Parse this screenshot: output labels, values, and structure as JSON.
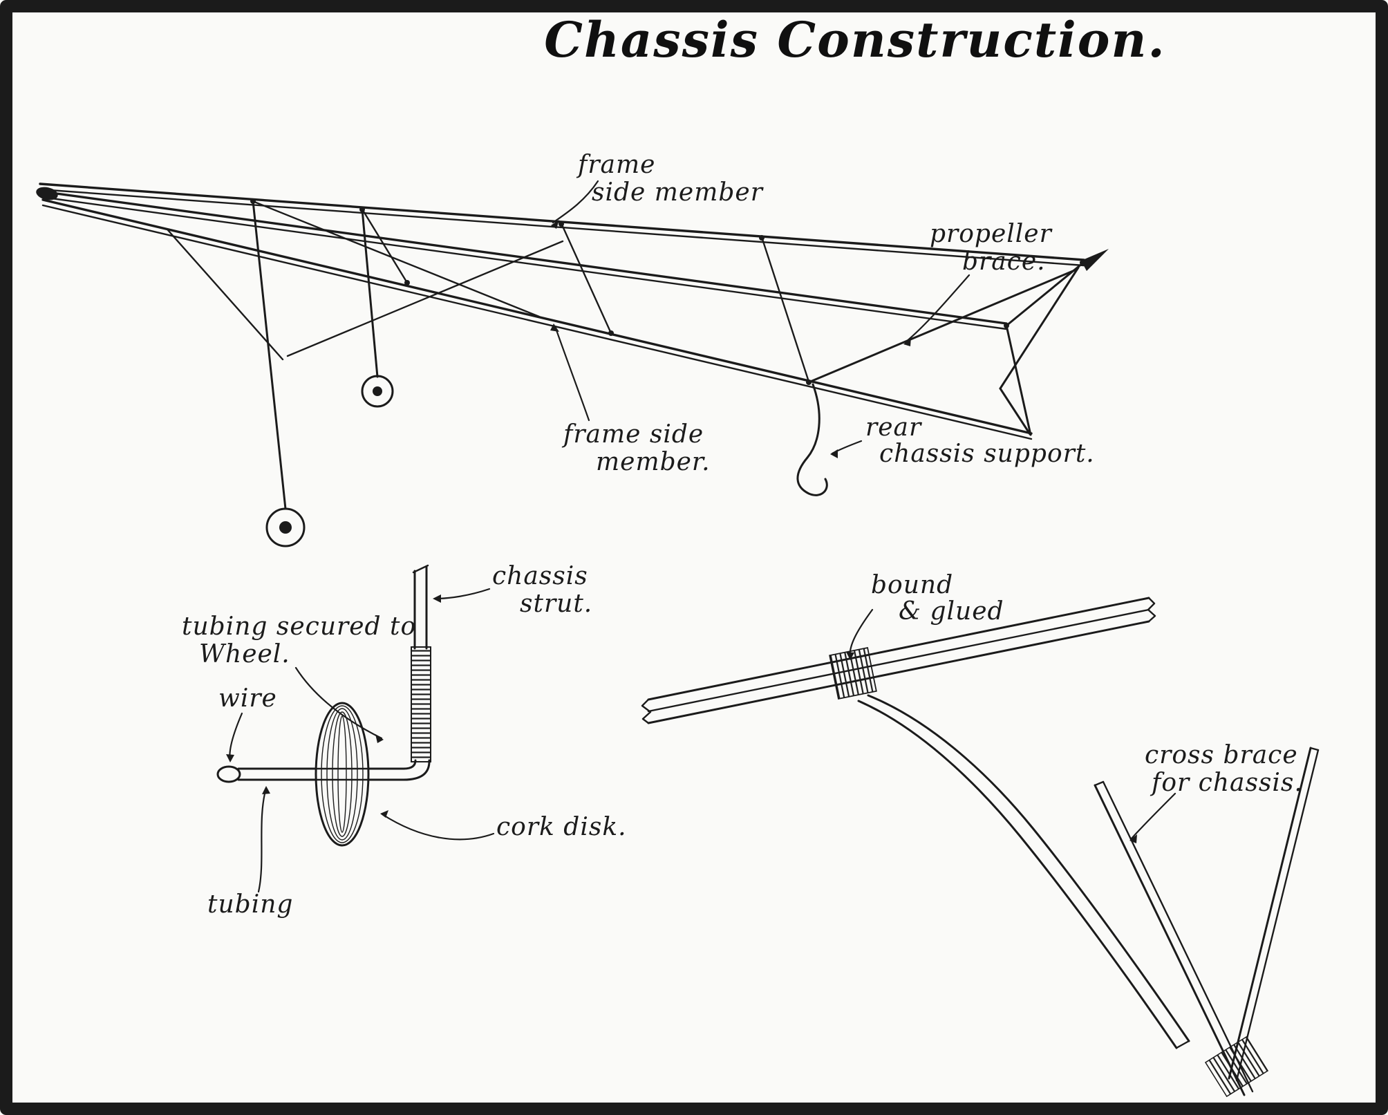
{
  "colors": {
    "ink": "#1b1b1b",
    "paper": "#fafaf8",
    "border": "#000000"
  },
  "title": "Chassis Construction.",
  "frame_diagram": {
    "labels": {
      "frame_side_member_top": {
        "line1": "frame",
        "line2": "side member"
      },
      "propeller_brace": {
        "line1": "propeller",
        "line2": "brace."
      },
      "frame_side_member_bottom": {
        "line1": "frame side",
        "line2": "member."
      },
      "rear_chassis_support": {
        "line1": "rear",
        "line2": "chassis support."
      }
    }
  },
  "wheel_diagram": {
    "labels": {
      "chassis_strut": {
        "line1": "chassis",
        "line2": "strut."
      },
      "tubing_secured": {
        "line1": "tubing secured to",
        "line2": "Wheel."
      },
      "wire": "wire",
      "cork_disk": "cork disk.",
      "tubing": "tubing"
    }
  },
  "joint_diagram": {
    "labels": {
      "bound_glued": {
        "line1": "bound",
        "line2": "& glued"
      },
      "cross_brace": {
        "line1": "cross brace",
        "line2": "for chassis."
      }
    }
  }
}
